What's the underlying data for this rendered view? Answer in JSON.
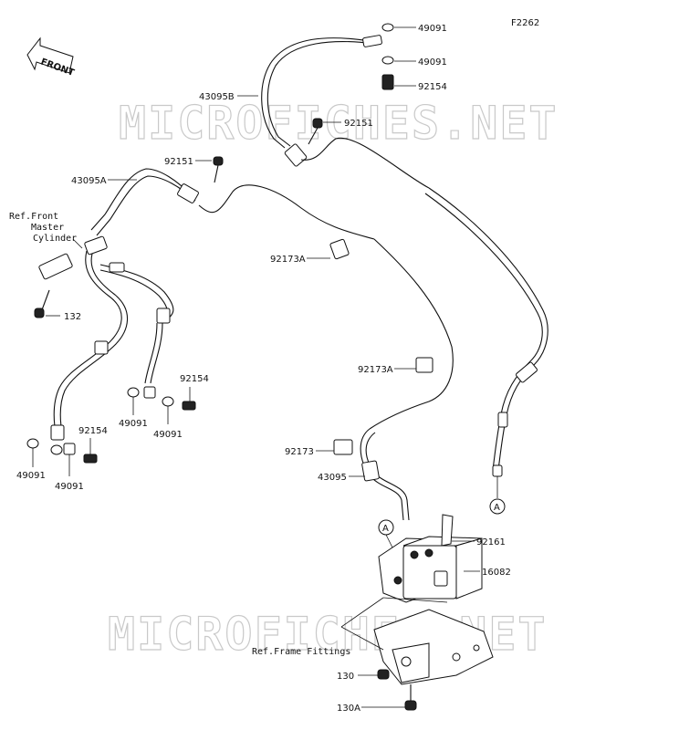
{
  "figure_code": "F2262",
  "front_arrow_text": "FRONT",
  "watermark": "MICROFICHES.NET",
  "labels": {
    "p49091_a": "49091",
    "p49091_b": "49091",
    "p92154_a": "92154",
    "p92151_a": "92151",
    "p43095b": "43095B",
    "p92151_b": "92151",
    "p43095a": "43095A",
    "ref_front_master_1": "Ref.Front",
    "ref_front_master_2": "Master",
    "ref_front_master_3": "Cylinder",
    "p92173a_a": "92173A",
    "p132": "132",
    "p92154_b": "92154",
    "p49091_c": "49091",
    "p49091_d": "49091",
    "p92154_c": "92154",
    "p49091_e": "49091",
    "p49091_f": "49091",
    "p92173a_b": "92173A",
    "p92173": "92173",
    "p43095": "43095",
    "circle_a1": "A",
    "circle_a2": "A",
    "p92161": "92161",
    "p16082": "16082",
    "ref_frame_fittings": "Ref.Frame Fittings",
    "p130": "130",
    "p130a": "130A"
  }
}
